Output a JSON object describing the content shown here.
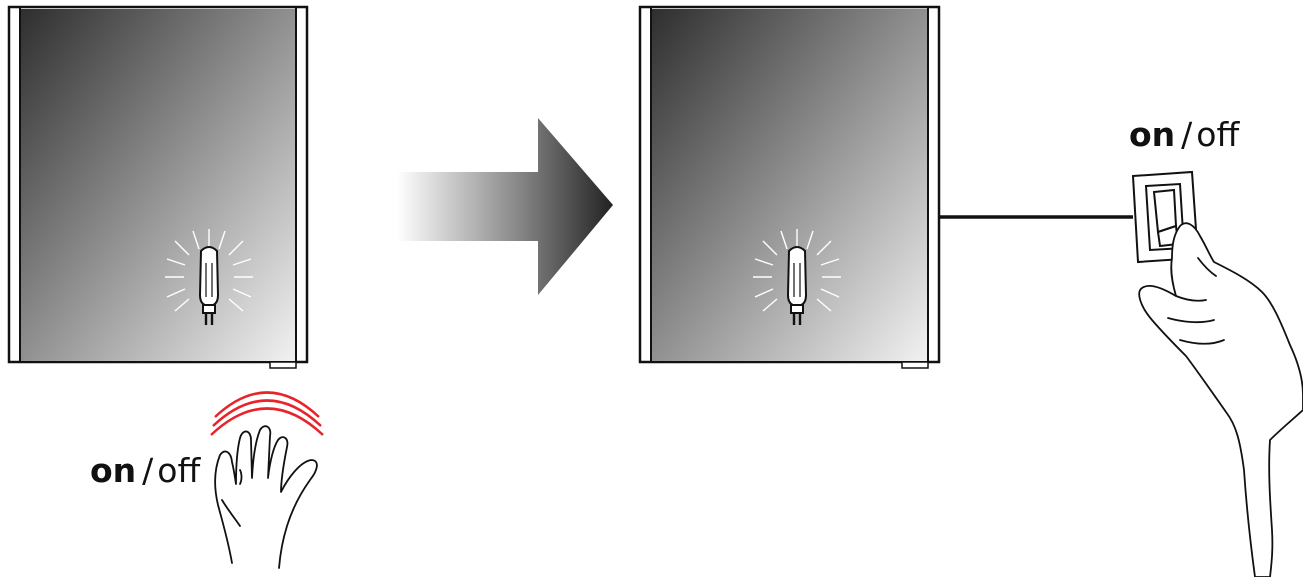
{
  "left_panel": {
    "sensor_label": {
      "on": "on",
      "separator": "/",
      "off": "off"
    }
  },
  "right_panel": {
    "switch_label": {
      "on": "on",
      "separator": "/",
      "off": "off"
    }
  },
  "colors": {
    "wave": "#e8242b",
    "mirror_dark": "#3a3a3a",
    "mirror_light": "#eeeeee",
    "frame": "#111111"
  },
  "icons": [
    "lamp-icon",
    "hand-wave-icon",
    "arrow-right-icon",
    "wall-switch-icon",
    "hand-pressing-icon"
  ]
}
